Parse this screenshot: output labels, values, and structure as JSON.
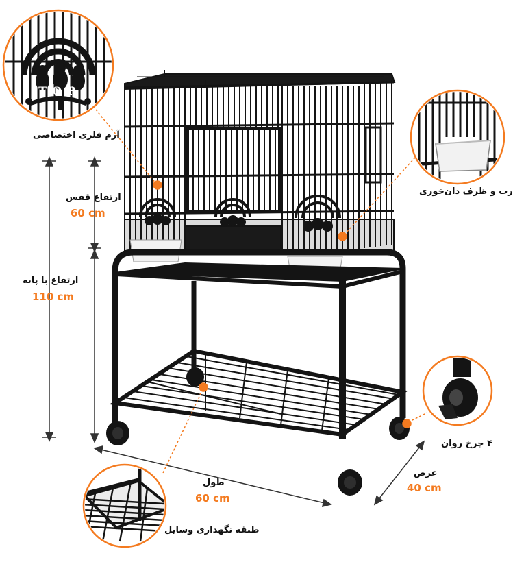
{
  "labels": {
    "emblem": "آرم فلزی اختصاصی",
    "door_feeder": "درب و ظرف دان‌خوری",
    "cage_height_title": "ارتفاع قفس",
    "cage_height_value": "60 cm",
    "stand_height_title": "ارتفاع با پایه",
    "stand_height_value": "110 cm",
    "wheels": "۴ چرخ روان",
    "width_title": "عرض",
    "width_value": "40 cm",
    "length_title": "طول",
    "length_value": "60 cm",
    "shelf": "طبقه نگهداری وسایل",
    "emblem_text": "TOP"
  },
  "colors": {
    "accent": "#f47b20",
    "metal": "#141414",
    "feeder": "#f2f2f2"
  }
}
